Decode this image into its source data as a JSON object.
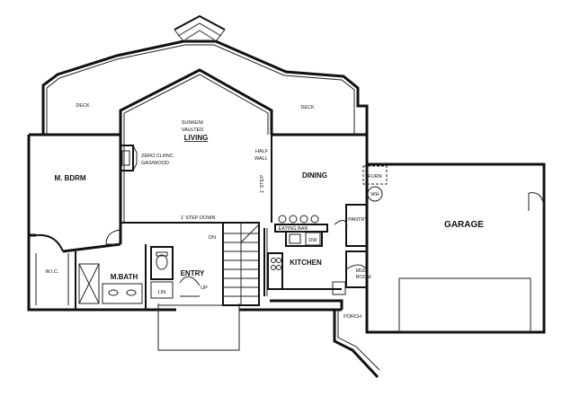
{
  "rooms": {
    "deck_left": "DECK",
    "deck_right": "DECK",
    "living_line1": "SUNKEN/",
    "living_line2": "VAULTED",
    "living": "LIVING",
    "fireplace_line1": "ZERO CLRNC",
    "fireplace_line2": "GAS/WOOD",
    "half_wall_line1": "HALF",
    "half_wall_line2": "WALL",
    "step_right": "1' STEP",
    "step_down": "1' STEP DOWN",
    "dining": "DINING",
    "master_bedroom": "M. BDRM",
    "garage": "GARAGE",
    "furn": "FURN",
    "wh": "WH",
    "pantry": "PANTRY",
    "eating_bar": "EATING BAR",
    "dw": "DW",
    "kitchen": "KITCHEN",
    "dn": "DN",
    "up": "UP",
    "wic": "W.I.C.",
    "master_bath": "M.BATH",
    "lin": "LIN",
    "entry": "ENTRY",
    "mud_line1": "MUD",
    "mud_line2": "ROOM",
    "porch": "PORCH"
  }
}
